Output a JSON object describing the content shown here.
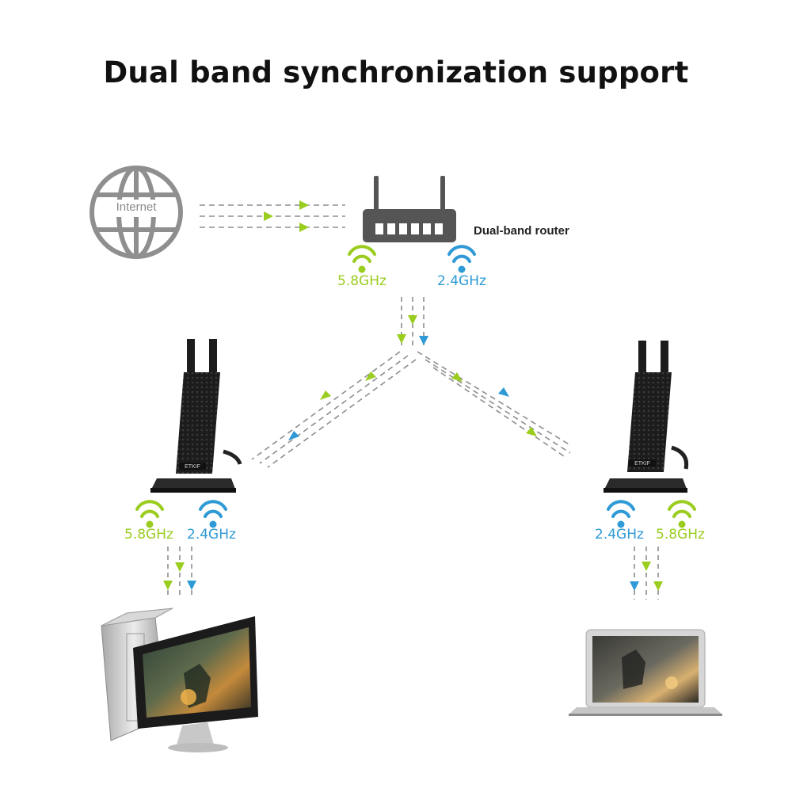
{
  "title": "Dual band synchronization support",
  "internet": {
    "label": "Internet"
  },
  "router": {
    "label": "Dual-band router"
  },
  "bands": {
    "router_a": "5.8GHz",
    "router_b": "2.4GHz",
    "left_a": "5.8GHz",
    "left_b": "2.4GHz",
    "right_a": "2.4GHz",
    "right_b": "5.8GHz"
  },
  "adapter": {
    "brand": "ETKIF"
  },
  "colors": {
    "band_5_8": "#9acd1f",
    "band_2_4": "#2f9ad6",
    "dashed_line": "#8e8e8e",
    "device_dark": "#222222",
    "globe": "#8f8f8f"
  }
}
